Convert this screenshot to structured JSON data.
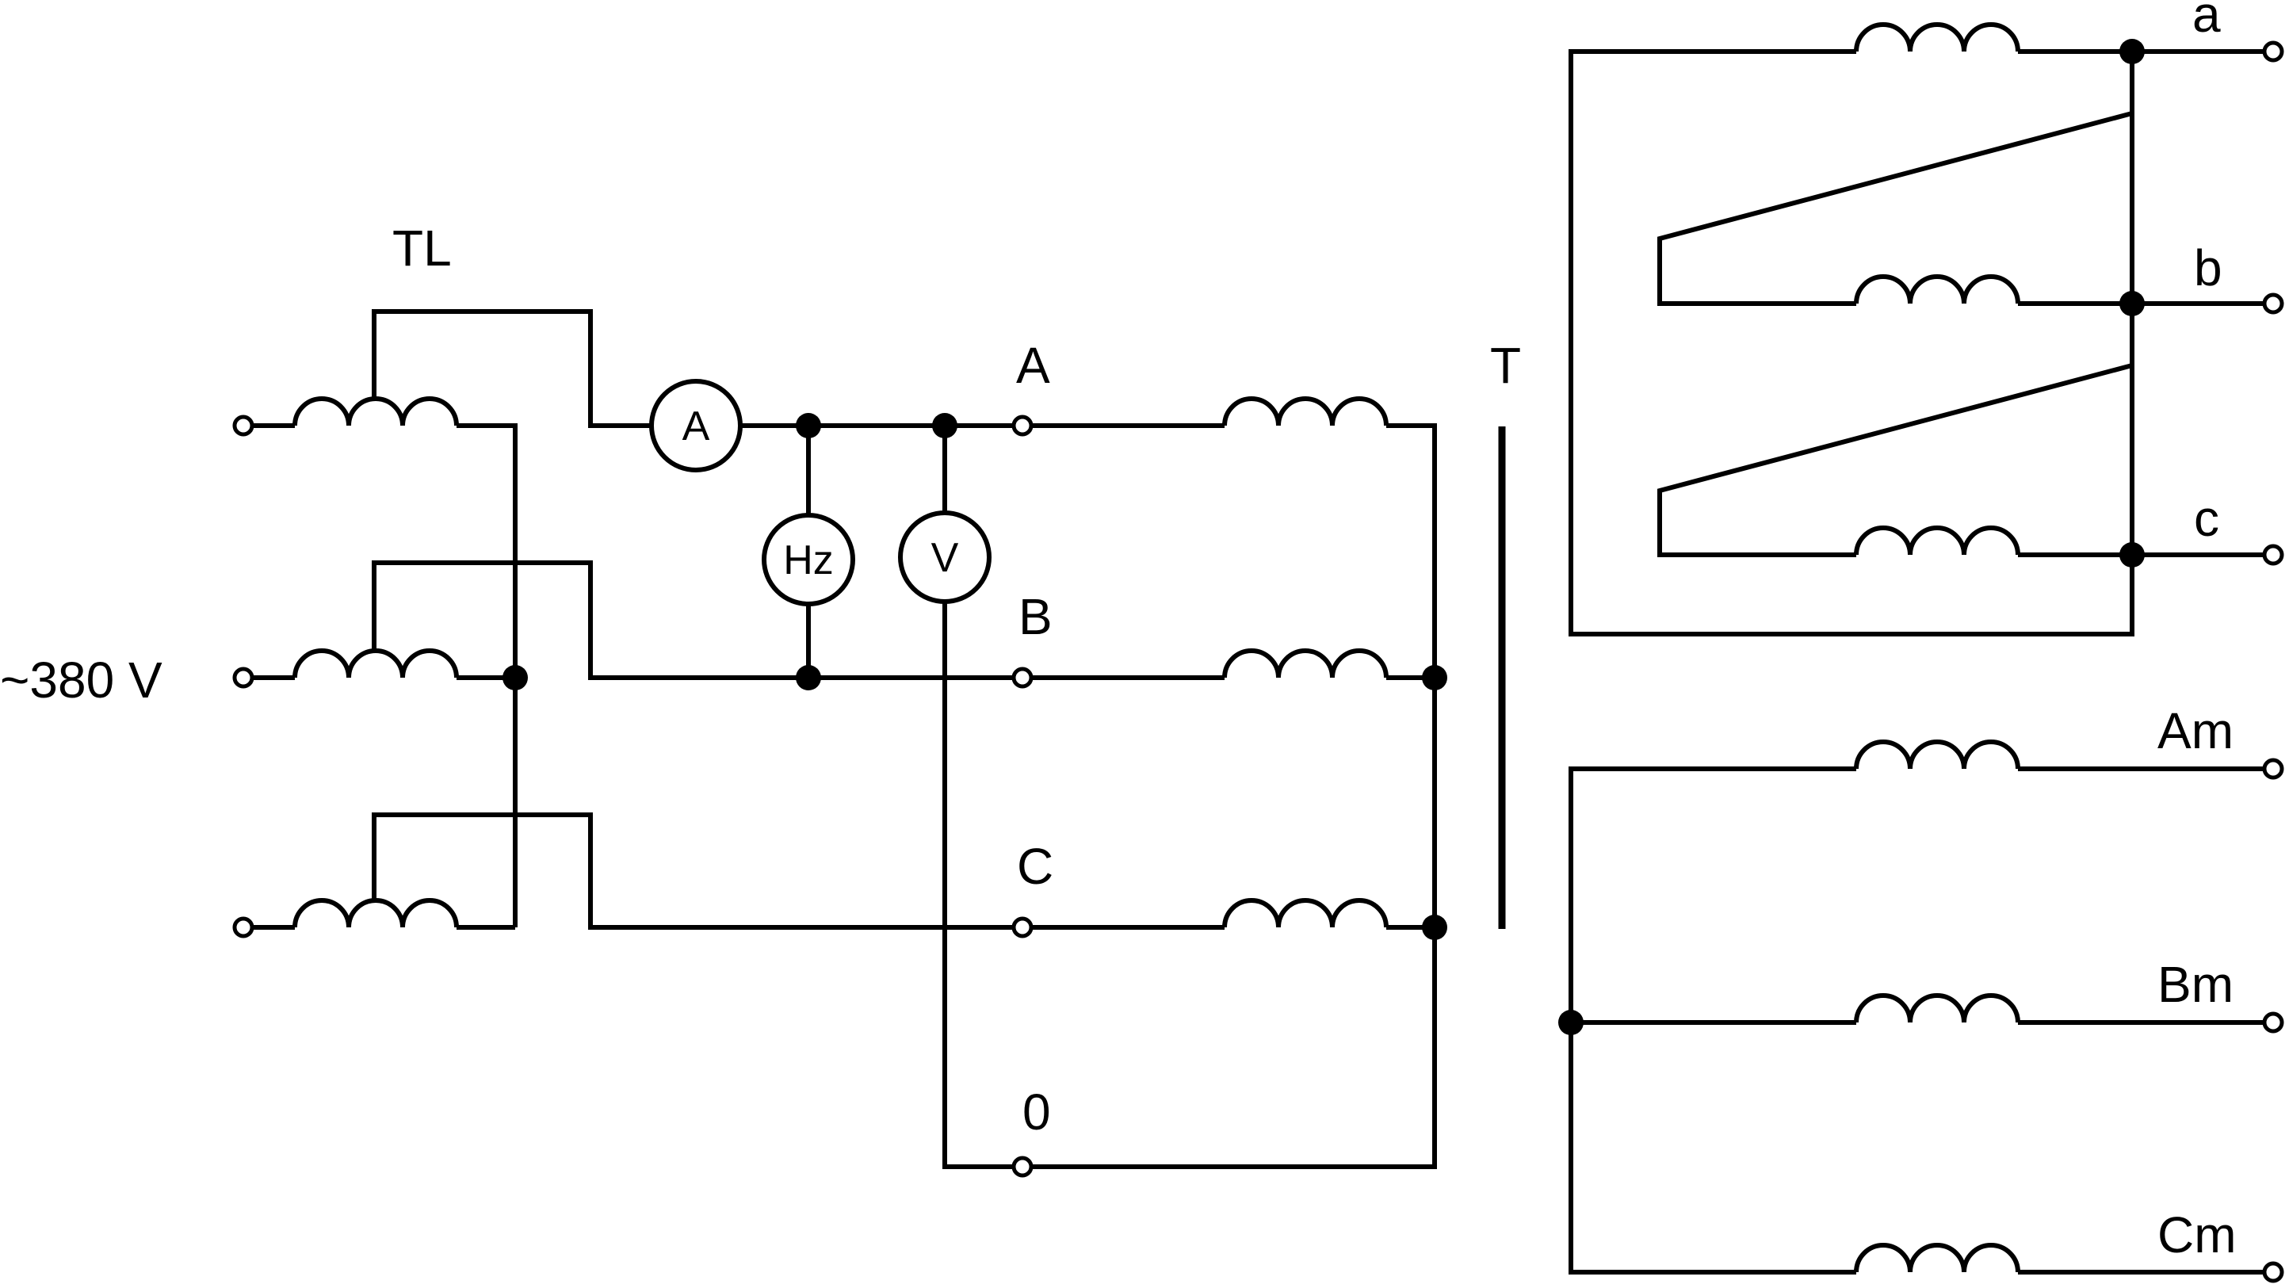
{
  "labels": {
    "supply": "~380 V",
    "autotransformer": "TL",
    "transformer": "T",
    "phase_a": "A",
    "phase_b": "B",
    "phase_c": "C",
    "neutral": "0",
    "out_a": "a",
    "out_b": "b",
    "out_c": "c",
    "out_am": "Am",
    "out_bm": "Bm",
    "out_cm": "Cm"
  },
  "meters": {
    "ammeter": "A",
    "frequency_meter": "Hz",
    "voltmeter": "V"
  }
}
